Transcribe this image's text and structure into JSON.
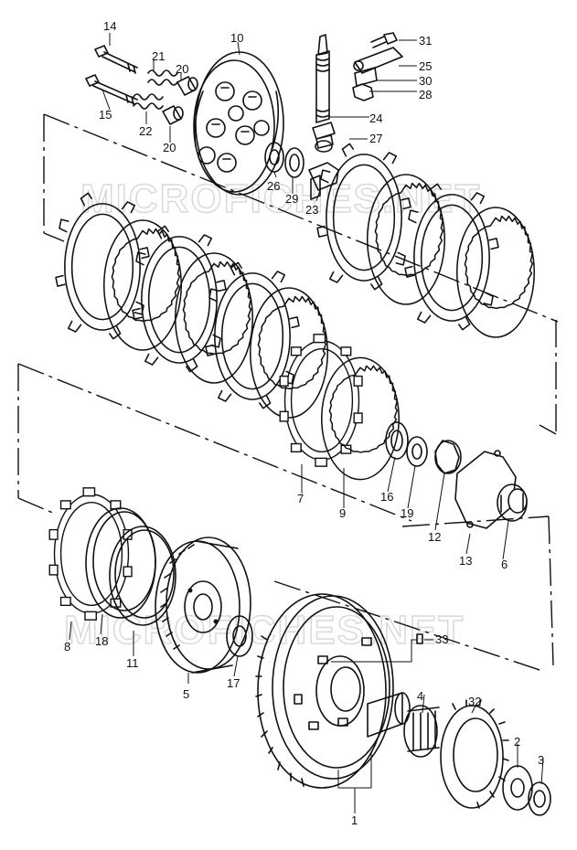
{
  "watermark": {
    "text_top": "MICROFICHES.NET",
    "text_bottom": "MICROFICHES.NET"
  },
  "callouts": {
    "c1": "1",
    "c2": "2",
    "c3": "3",
    "c4": "4",
    "c5": "5",
    "c6": "6",
    "c7": "7",
    "c8": "8",
    "c9": "9",
    "c10": "10",
    "c11": "11",
    "c12": "12",
    "c13": "13",
    "c14": "14",
    "c15": "15",
    "c16": "16",
    "c17": "17",
    "c18": "18",
    "c19": "19",
    "c20a": "20",
    "c20b": "20",
    "c21": "21",
    "c22": "22",
    "c23": "23",
    "c24": "24",
    "c25": "25",
    "c26": "26",
    "c27": "27",
    "c28": "28",
    "c29": "29",
    "c30": "30",
    "c31": "31",
    "c32": "32",
    "c33": "33"
  }
}
